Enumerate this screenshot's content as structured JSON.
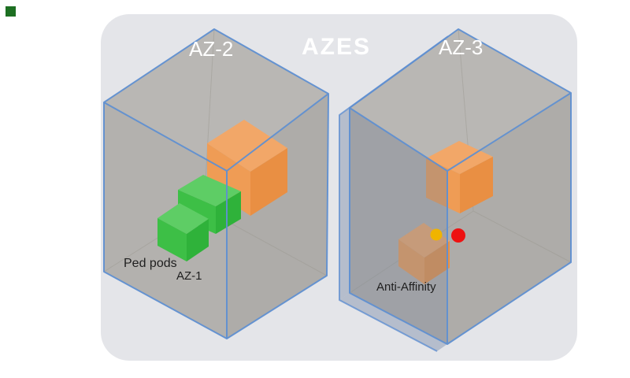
{
  "colors": {
    "panel": "#e4e5e9",
    "edge-blue": "#5f8fd1",
    "hidden-edge": "#98968f",
    "face-top": "#b9b7b4",
    "face-left": "#b3b1ae",
    "face-right": "#aeaca9",
    "face-overlay": "rgba(125,137,153,0.38)",
    "wall-strip": "rgba(110,130,160,0.40)",
    "orange-top": "#f2a768",
    "orange-front": "#ef9c55",
    "orange-side": "#e98f43",
    "green-top": "#5ecd65",
    "green-front": "#3dbf46",
    "green-side": "#2fb23a",
    "dot-yellow": "#f0b400",
    "dot-red": "#ee1212",
    "label-light": "#ffffff",
    "label-dark": "#1f1f1f",
    "artifact-green": "#1d6f22"
  },
  "diagram": {
    "title": "AZES",
    "zones": [
      {
        "id": "az2",
        "label": "AZ-2"
      },
      {
        "id": "az3",
        "label": "AZ-3"
      }
    ],
    "labels": {
      "ped_pods": "Ped pods",
      "az1": "AZ-1",
      "anti_affinity": "Anti-Affinity"
    },
    "markers": [
      {
        "name": "yellow-dot",
        "color": "#f0b400"
      },
      {
        "name": "red-dot",
        "color": "#ee1212"
      }
    ]
  }
}
